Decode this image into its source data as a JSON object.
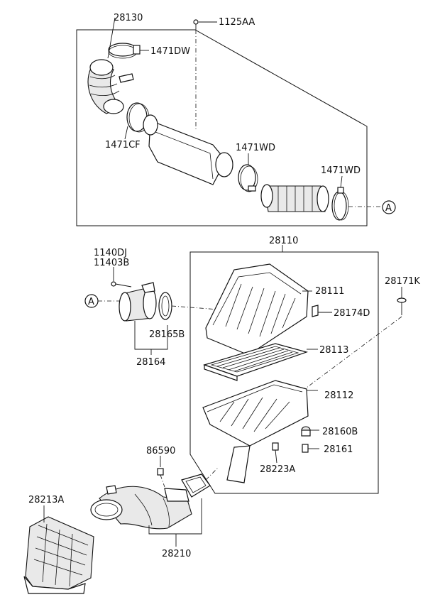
{
  "labels": {
    "l28130": "28130",
    "l1125AA": "1125AA",
    "l1471DW": "1471DW",
    "l1471CF": "1471CF",
    "l1471WD_a": "1471WD",
    "l1471WD_b": "1471WD",
    "lA_top": "A",
    "l28110": "28110",
    "l1140DJ": "1140DJ",
    "l11403B": "11403B",
    "lA_left": "A",
    "l28165B": "28165B",
    "l28164": "28164",
    "l28111": "28111",
    "l28171K": "28171K",
    "l28174D": "28174D",
    "l28113": "28113",
    "l28112": "28112",
    "l28160B": "28160B",
    "l28161": "28161",
    "l28223A": "28223A",
    "l86590": "86590",
    "l28213A": "28213A",
    "l28210": "28210"
  }
}
